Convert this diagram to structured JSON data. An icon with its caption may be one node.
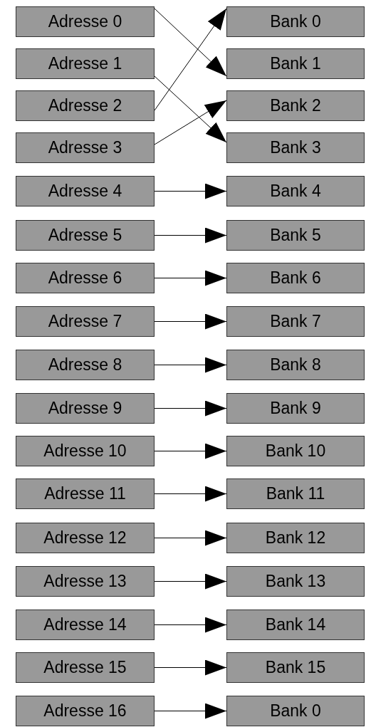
{
  "diagram": {
    "nodes": [
      {
        "text": [
          "Adresse 0"
        ]
      },
      {
        "text": [
          "Bank 0"
        ]
      },
      {
        "text": [
          "Adresse 1"
        ]
      },
      {
        "text": [
          "Bank 1"
        ]
      },
      {
        "text": [
          "Adresse 2"
        ]
      },
      {
        "text": [
          "Bank 2"
        ]
      },
      {
        "text": [
          "Adresse 3"
        ]
      },
      {
        "text": [
          "Bank 3"
        ]
      },
      {
        "text": [
          "Adresse 4"
        ]
      },
      {
        "text": [
          "Bank 4"
        ]
      },
      {
        "text": [
          "Adresse 5"
        ]
      },
      {
        "text": [
          "Bank 5"
        ]
      },
      {
        "text": [
          "Adresse 6"
        ]
      },
      {
        "text": [
          "Bank 6"
        ]
      },
      {
        "text": [
          "Adresse 7"
        ]
      },
      {
        "text": [
          "Bank 7"
        ]
      },
      {
        "text": [
          "Adresse 8"
        ]
      },
      {
        "text": [
          "Bank 8"
        ]
      },
      {
        "text": [
          "Adresse 9"
        ]
      },
      {
        "text": [
          "Bank 9"
        ]
      },
      {
        "text": [
          "Adresse 10"
        ]
      },
      {
        "text": [
          "Bank 10"
        ]
      },
      {
        "text": [
          "Adresse 11"
        ]
      },
      {
        "text": [
          "Bank 11"
        ]
      },
      {
        "text": [
          "Adresse 12"
        ]
      },
      {
        "text": [
          "Bank 12"
        ]
      },
      {
        "text": [
          "Adresse 13"
        ]
      },
      {
        "text": [
          "Bank 13"
        ]
      },
      {
        "text": [
          "Adresse 14"
        ]
      },
      {
        "text": [
          "Bank 14"
        ]
      },
      {
        "text": [
          "Adresse 15"
        ]
      },
      {
        "text": [
          "Bank 15"
        ]
      },
      {
        "text": [
          "Adresse 16"
        ]
      },
      {
        "text": [
          "Bank 0"
        ]
      }
    ],
    "edges": [
      {
        "from": 0,
        "to": 3,
        "arrow": "to"
      },
      {
        "from": 2,
        "to": 7,
        "arrow": "to"
      },
      {
        "from": 4,
        "to": 1,
        "arrow": "to"
      },
      {
        "from": 6,
        "to": 5,
        "arrow": "to"
      },
      {
        "from": 8,
        "to": 9,
        "arrow": "to"
      },
      {
        "from": 10,
        "to": 11,
        "arrow": "to"
      },
      {
        "from": 12,
        "to": 13,
        "arrow": "to"
      },
      {
        "from": 14,
        "to": 15,
        "arrow": "to"
      },
      {
        "from": 16,
        "to": 17,
        "arrow": "to"
      },
      {
        "from": 18,
        "to": 19,
        "arrow": "to"
      },
      {
        "from": 20,
        "to": 21,
        "arrow": "to"
      },
      {
        "from": 22,
        "to": 23,
        "arrow": "to"
      },
      {
        "from": 24,
        "to": 25,
        "arrow": "to"
      },
      {
        "from": 26,
        "to": 27,
        "arrow": "to"
      },
      {
        "from": 28,
        "to": 29,
        "arrow": "to"
      },
      {
        "from": 30,
        "to": 31,
        "arrow": "to"
      },
      {
        "from": 32,
        "to": 33,
        "arrow": "to"
      }
    ]
  }
}
